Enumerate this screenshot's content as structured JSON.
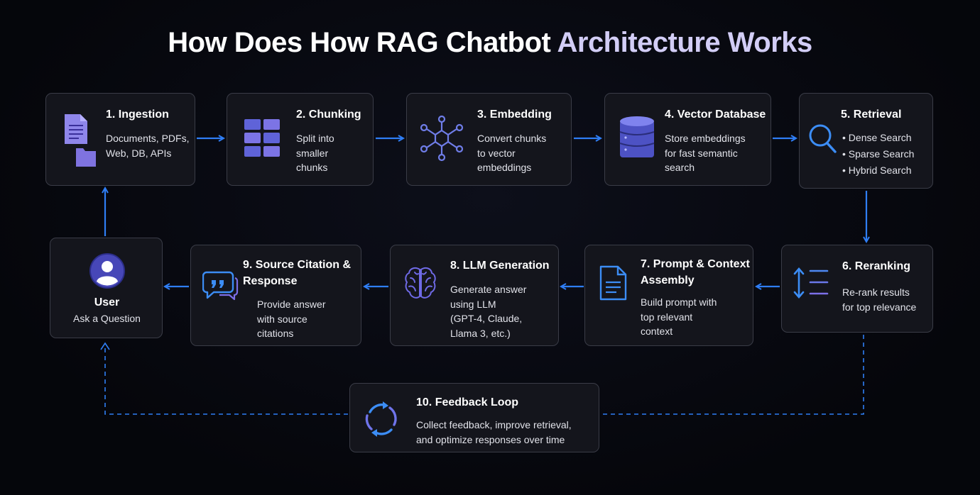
{
  "title": {
    "main": "How Does How RAG Chatbot",
    "accent": "Architecture Works"
  },
  "steps": {
    "ingestion": {
      "title": "1. Ingestion",
      "lines": [
        "Documents, PDFs,",
        "Web, DB, APIs"
      ]
    },
    "chunking": {
      "title": "2. Chunking",
      "lines": [
        "Split into",
        "smaller",
        "chunks"
      ]
    },
    "embedding": {
      "title": "3. Embedding",
      "lines": [
        "Convert chunks",
        "to vector",
        "embeddings"
      ]
    },
    "vector_db": {
      "title": "4. Vector Database",
      "lines": [
        "Store embeddings",
        "for fast semantic",
        "search"
      ]
    },
    "retrieval": {
      "title": "5. Retrieval",
      "items": [
        "Dense Search",
        "Sparse Search",
        "Hybrid Search"
      ]
    },
    "reranking": {
      "title": "6. Reranking",
      "lines": [
        "Re-rank results",
        "for top relevance"
      ]
    },
    "prompt": {
      "title_lines": [
        "7. Prompt & Context",
        "Assembly"
      ],
      "lines": [
        "Build prompt with",
        "top relevant",
        "context"
      ]
    },
    "llm": {
      "title": "8. LLM Generation",
      "lines": [
        "Generate answer",
        "using LLM",
        "(GPT-4, Claude,",
        "Llama 3, etc.)"
      ]
    },
    "citation": {
      "title_lines": [
        "9. Source Citation &",
        "Response"
      ],
      "lines": [
        "Provide answer",
        "with source",
        "citations"
      ]
    },
    "user": {
      "title": "User",
      "subtitle": "Ask a Question"
    },
    "feedback": {
      "title": "10. Feedback Loop",
      "lines": [
        "Collect feedback, improve retrieval,",
        "and optimize responses over time"
      ]
    }
  },
  "colors": {
    "background": "#05060b",
    "card": "#14151c",
    "border": "#3a3c47",
    "arrow": "#2f7ef5",
    "accent_purple": "#7c6fe8",
    "accent_blue": "#3c8df5"
  },
  "icons": {
    "ingestion": "document-folder-icon",
    "chunking": "grid-blocks-icon",
    "embedding": "network-nodes-icon",
    "vector_db": "database-icon",
    "retrieval": "search-icon",
    "reranking": "rerank-icon",
    "prompt": "document-icon",
    "llm": "brain-icon",
    "citation": "chat-quote-icon",
    "user": "user-avatar-icon",
    "feedback": "refresh-cycle-icon"
  }
}
